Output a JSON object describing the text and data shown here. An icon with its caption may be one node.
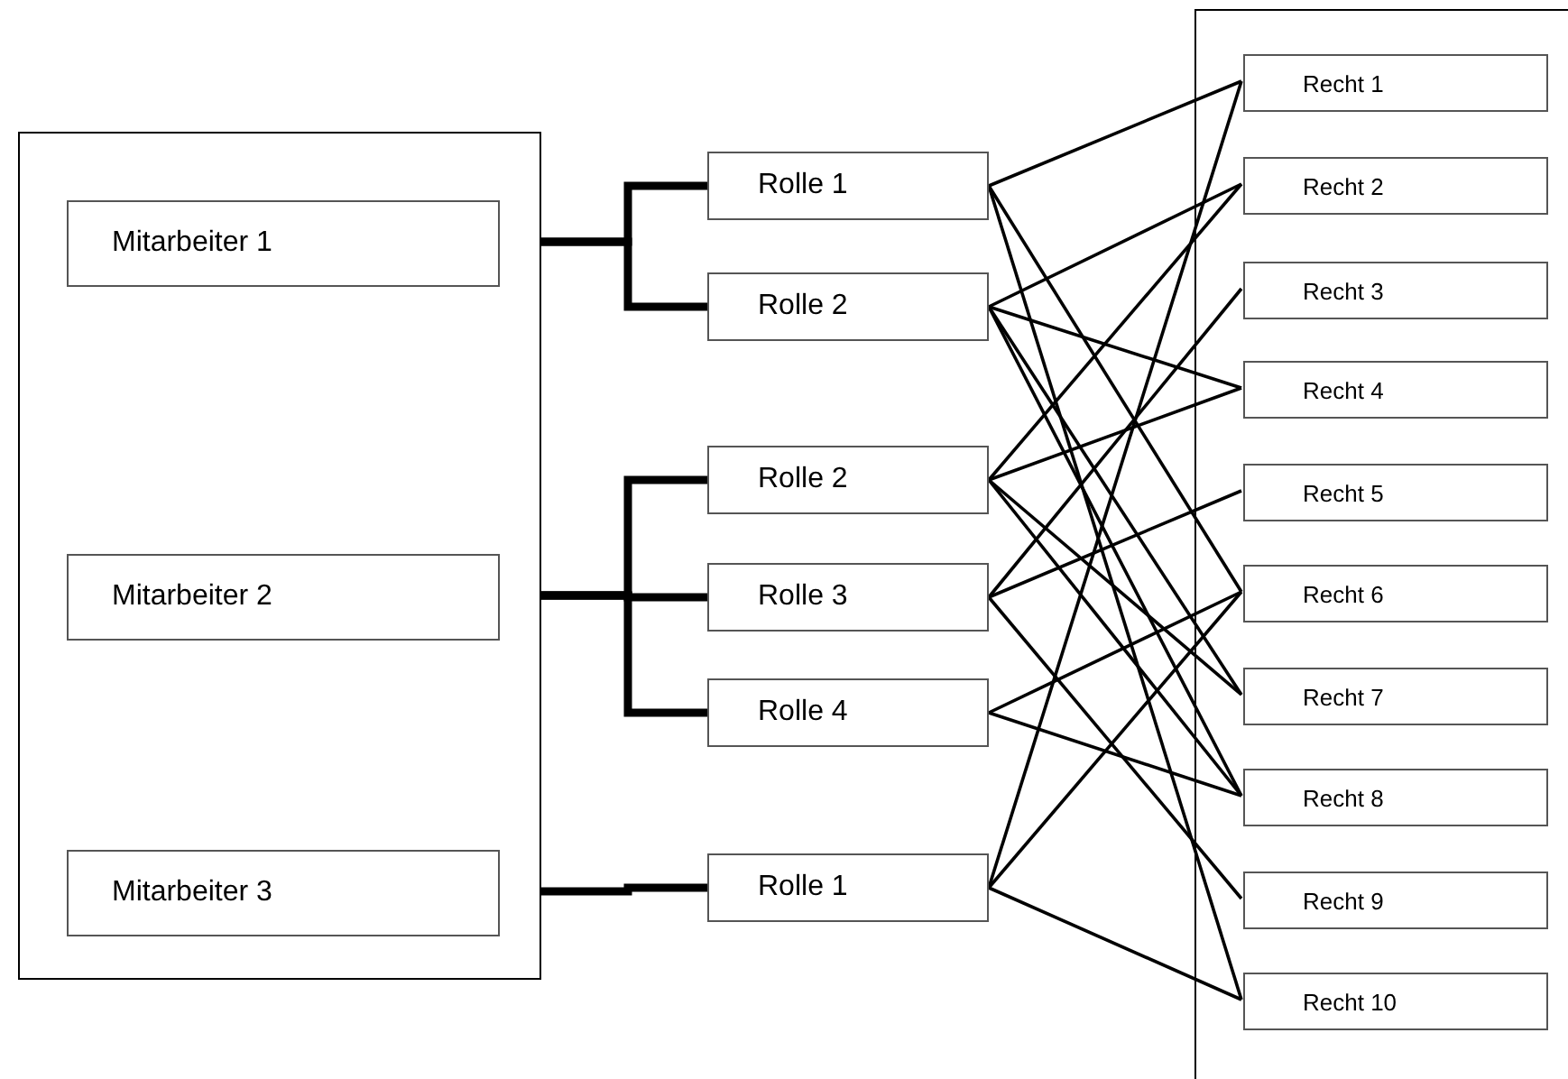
{
  "diagram": {
    "nodes": [
      {
        "text": [],
        "shape": "box"
      },
      {
        "text": [
          "Mitarbeiter 1"
        ],
        "in": 0
      },
      {
        "text": [
          "Mitarbeiter 2"
        ],
        "in": 0
      },
      {
        "text": [
          "Mitarbeiter 3"
        ],
        "in": 0
      },
      {
        "text": [
          "Rolle 1"
        ]
      },
      {
        "text": [
          "Rolle 2"
        ]
      },
      {
        "text": [
          "Rolle 2"
        ]
      },
      {
        "text": [
          "Rolle 3"
        ]
      },
      {
        "text": [
          "Rolle 4"
        ]
      },
      {
        "text": [
          "Rolle 1"
        ]
      },
      {
        "text": [],
        "shape": "box"
      },
      {
        "text": [
          "Recht 1"
        ],
        "in": 10
      },
      {
        "text": [
          "Recht 2"
        ],
        "in": 10
      },
      {
        "text": [
          "Recht 3"
        ],
        "in": 10
      },
      {
        "text": [
          "Recht 4"
        ],
        "in": 10
      },
      {
        "text": [
          "Recht 5"
        ],
        "in": 10
      },
      {
        "text": [
          "Recht 6"
        ],
        "in": 10
      },
      {
        "text": [
          "Recht 7"
        ],
        "in": 10
      },
      {
        "text": [
          "Recht 8"
        ],
        "in": 10
      },
      {
        "text": [
          "Recht 9"
        ],
        "in": 10
      },
      {
        "text": [
          "Recht 10"
        ],
        "in": 10
      }
    ],
    "edges": [
      {
        "from": 1,
        "to": 4,
        "arrow": "none",
        "style": "thick"
      },
      {
        "from": 1,
        "to": 5,
        "arrow": "none",
        "style": "thick"
      },
      {
        "from": 2,
        "to": 6,
        "arrow": "none",
        "style": "thick"
      },
      {
        "from": 2,
        "to": 7,
        "arrow": "none",
        "style": "thick"
      },
      {
        "from": 2,
        "to": 8,
        "arrow": "none",
        "style": "thick"
      },
      {
        "from": 3,
        "to": 9,
        "arrow": "none",
        "style": "thick"
      },
      {
        "from": 4,
        "to": 11,
        "arrow": "none"
      },
      {
        "from": 4,
        "to": 16,
        "arrow": "none"
      },
      {
        "from": 4,
        "to": 20,
        "arrow": "none"
      },
      {
        "from": 5,
        "to": 12,
        "arrow": "none"
      },
      {
        "from": 5,
        "to": 14,
        "arrow": "none"
      },
      {
        "from": 5,
        "to": 17,
        "arrow": "none"
      },
      {
        "from": 5,
        "to": 18,
        "arrow": "none"
      },
      {
        "from": 6,
        "to": 12,
        "arrow": "none"
      },
      {
        "from": 6,
        "to": 14,
        "arrow": "none"
      },
      {
        "from": 6,
        "to": 17,
        "arrow": "none"
      },
      {
        "from": 6,
        "to": 18,
        "arrow": "none"
      },
      {
        "from": 7,
        "to": 13,
        "arrow": "none"
      },
      {
        "from": 7,
        "to": 15,
        "arrow": "none"
      },
      {
        "from": 7,
        "to": 19,
        "arrow": "none"
      },
      {
        "from": 8,
        "to": 16,
        "arrow": "none"
      },
      {
        "from": 8,
        "to": 18,
        "arrow": "none"
      },
      {
        "from": 9,
        "to": 11,
        "arrow": "none"
      },
      {
        "from": 9,
        "to": 16,
        "arrow": "none"
      },
      {
        "from": 9,
        "to": 20,
        "arrow": "none"
      }
    ]
  }
}
